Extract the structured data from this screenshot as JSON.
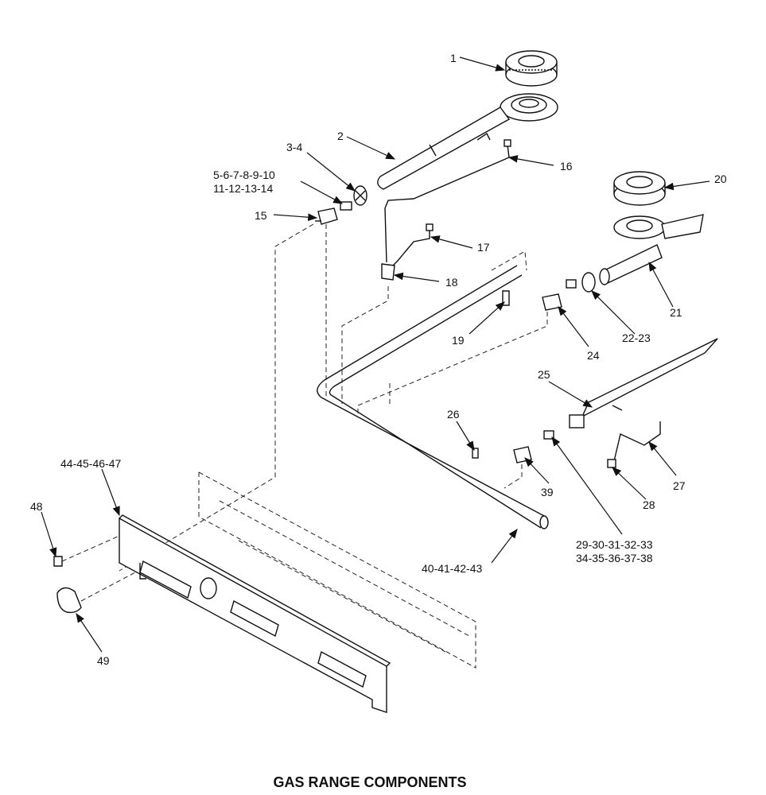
{
  "title": "GAS  RANGE COMPONENTS",
  "callouts": [
    {
      "id": "c1",
      "lines": [
        "1"
      ]
    },
    {
      "id": "c2",
      "lines": [
        "2"
      ]
    },
    {
      "id": "c3",
      "lines": [
        "3-4"
      ]
    },
    {
      "id": "c5",
      "lines": [
        "5-6-7-8-9-10",
        "11-12-13-14"
      ]
    },
    {
      "id": "c15",
      "lines": [
        "15"
      ]
    },
    {
      "id": "c16",
      "lines": [
        "16"
      ]
    },
    {
      "id": "c17",
      "lines": [
        "17"
      ]
    },
    {
      "id": "c18",
      "lines": [
        "18"
      ]
    },
    {
      "id": "c19",
      "lines": [
        "19"
      ]
    },
    {
      "id": "c20",
      "lines": [
        "20"
      ]
    },
    {
      "id": "c21",
      "lines": [
        "21"
      ]
    },
    {
      "id": "c22",
      "lines": [
        "22-23"
      ]
    },
    {
      "id": "c24",
      "lines": [
        "24"
      ]
    },
    {
      "id": "c25",
      "lines": [
        "25"
      ]
    },
    {
      "id": "c26",
      "lines": [
        "26"
      ]
    },
    {
      "id": "c27",
      "lines": [
        "27"
      ]
    },
    {
      "id": "c28",
      "lines": [
        "28"
      ]
    },
    {
      "id": "c29",
      "lines": [
        "29-30-31-32-33",
        "34-35-36-37-38"
      ]
    },
    {
      "id": "c39",
      "lines": [
        "39"
      ]
    },
    {
      "id": "c40",
      "lines": [
        "40-41-42-43"
      ]
    },
    {
      "id": "c44",
      "lines": [
        "44-45-46-47"
      ]
    },
    {
      "id": "c48",
      "lines": [
        "48"
      ]
    },
    {
      "id": "c49",
      "lines": [
        "49"
      ]
    }
  ]
}
